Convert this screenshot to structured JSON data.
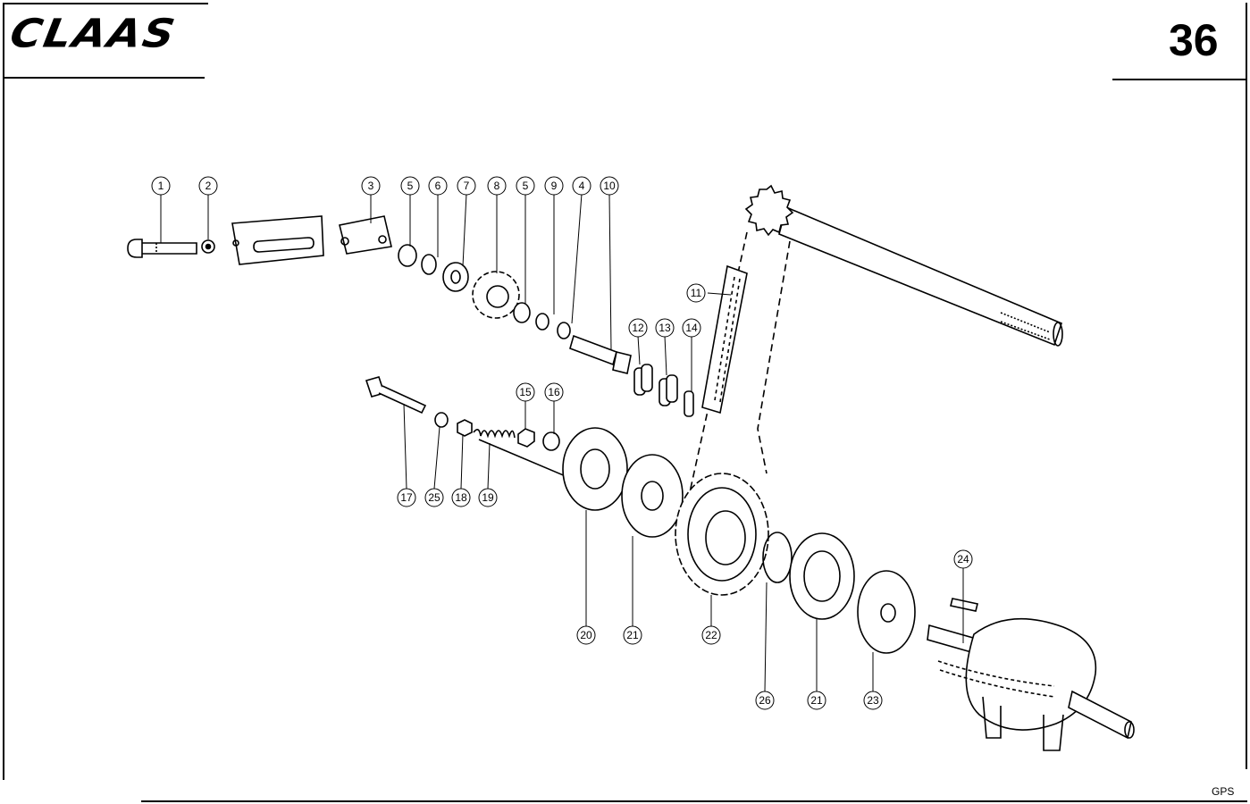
{
  "header": {
    "brand_logo_text": "CLAAS",
    "page_number": "36"
  },
  "footer": {
    "code": "GPS"
  },
  "diagram": {
    "callouts": [
      "1",
      "2",
      "3",
      "5",
      "6",
      "7",
      "8",
      "5",
      "9",
      "4",
      "10",
      "11",
      "12",
      "13",
      "14",
      "15",
      "16",
      "17",
      "25",
      "18",
      "19",
      "20",
      "21",
      "22",
      "24",
      "26",
      "21",
      "23"
    ]
  }
}
